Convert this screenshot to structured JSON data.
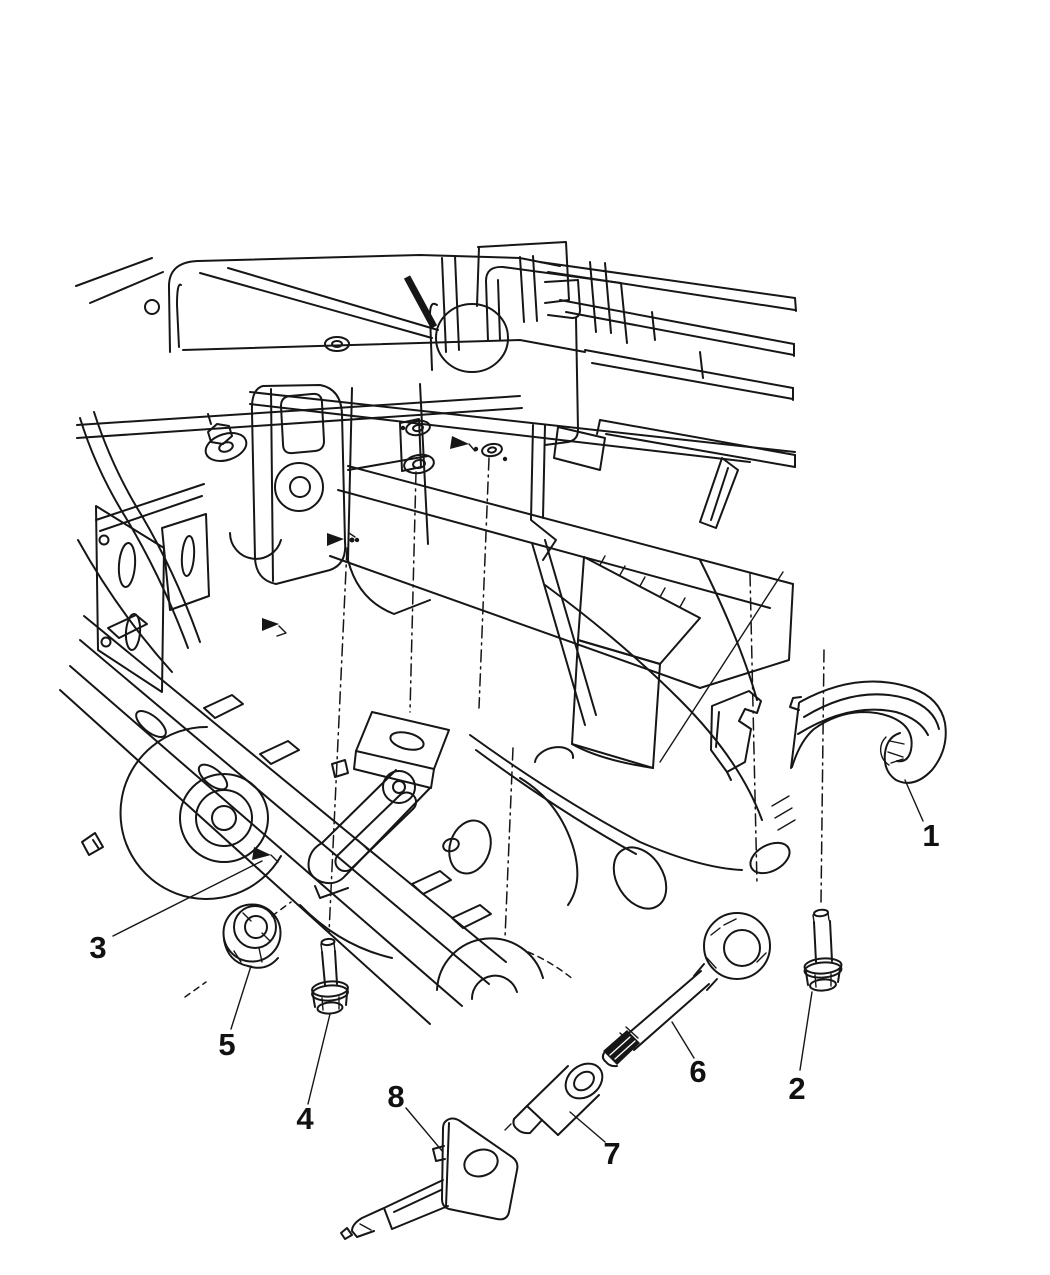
{
  "diagram": {
    "type": "exploded-parts-diagram",
    "background_color": "#ffffff",
    "line_color": "#161616",
    "callouts": [
      {
        "label": "1"
      },
      {
        "label": "2"
      },
      {
        "label": "3"
      },
      {
        "label": "4"
      },
      {
        "label": "5"
      },
      {
        "label": "6"
      },
      {
        "label": "7"
      },
      {
        "label": "8"
      }
    ]
  }
}
